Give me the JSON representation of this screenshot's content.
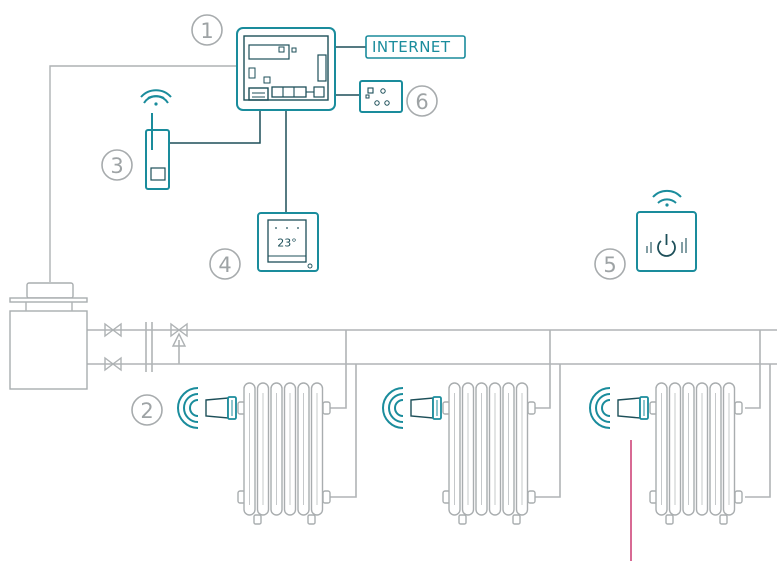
{
  "labels": {
    "controller": "1",
    "thermostat_heads": "2",
    "repeater": "3",
    "wall_thermostat": "4",
    "wireless_switch": "5",
    "relay": "6"
  },
  "internet_label": "INTERNET",
  "thermostat_display": "23°",
  "icons": {
    "wifi": "wifi-signal-icon",
    "power": "power-icon",
    "wave": "radio-wave-icon"
  },
  "colors": {
    "accent": "#1a8c9c",
    "dark": "#1d4f59",
    "pipe": "#b0b4b6",
    "label": "#9ea3a5",
    "marker": "#c2195b"
  }
}
